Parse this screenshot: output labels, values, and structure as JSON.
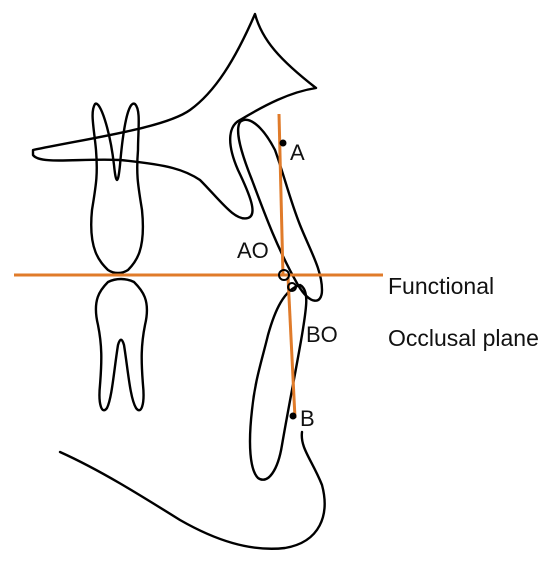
{
  "colors": {
    "construction_line": "#e07b2a",
    "outline": "#000000",
    "background": "#ffffff"
  },
  "points": {
    "a": "A",
    "b": "B",
    "ao": "AO",
    "bo": "BO"
  },
  "caption": {
    "line1": "Functional",
    "line2": "Occlusal plane"
  }
}
